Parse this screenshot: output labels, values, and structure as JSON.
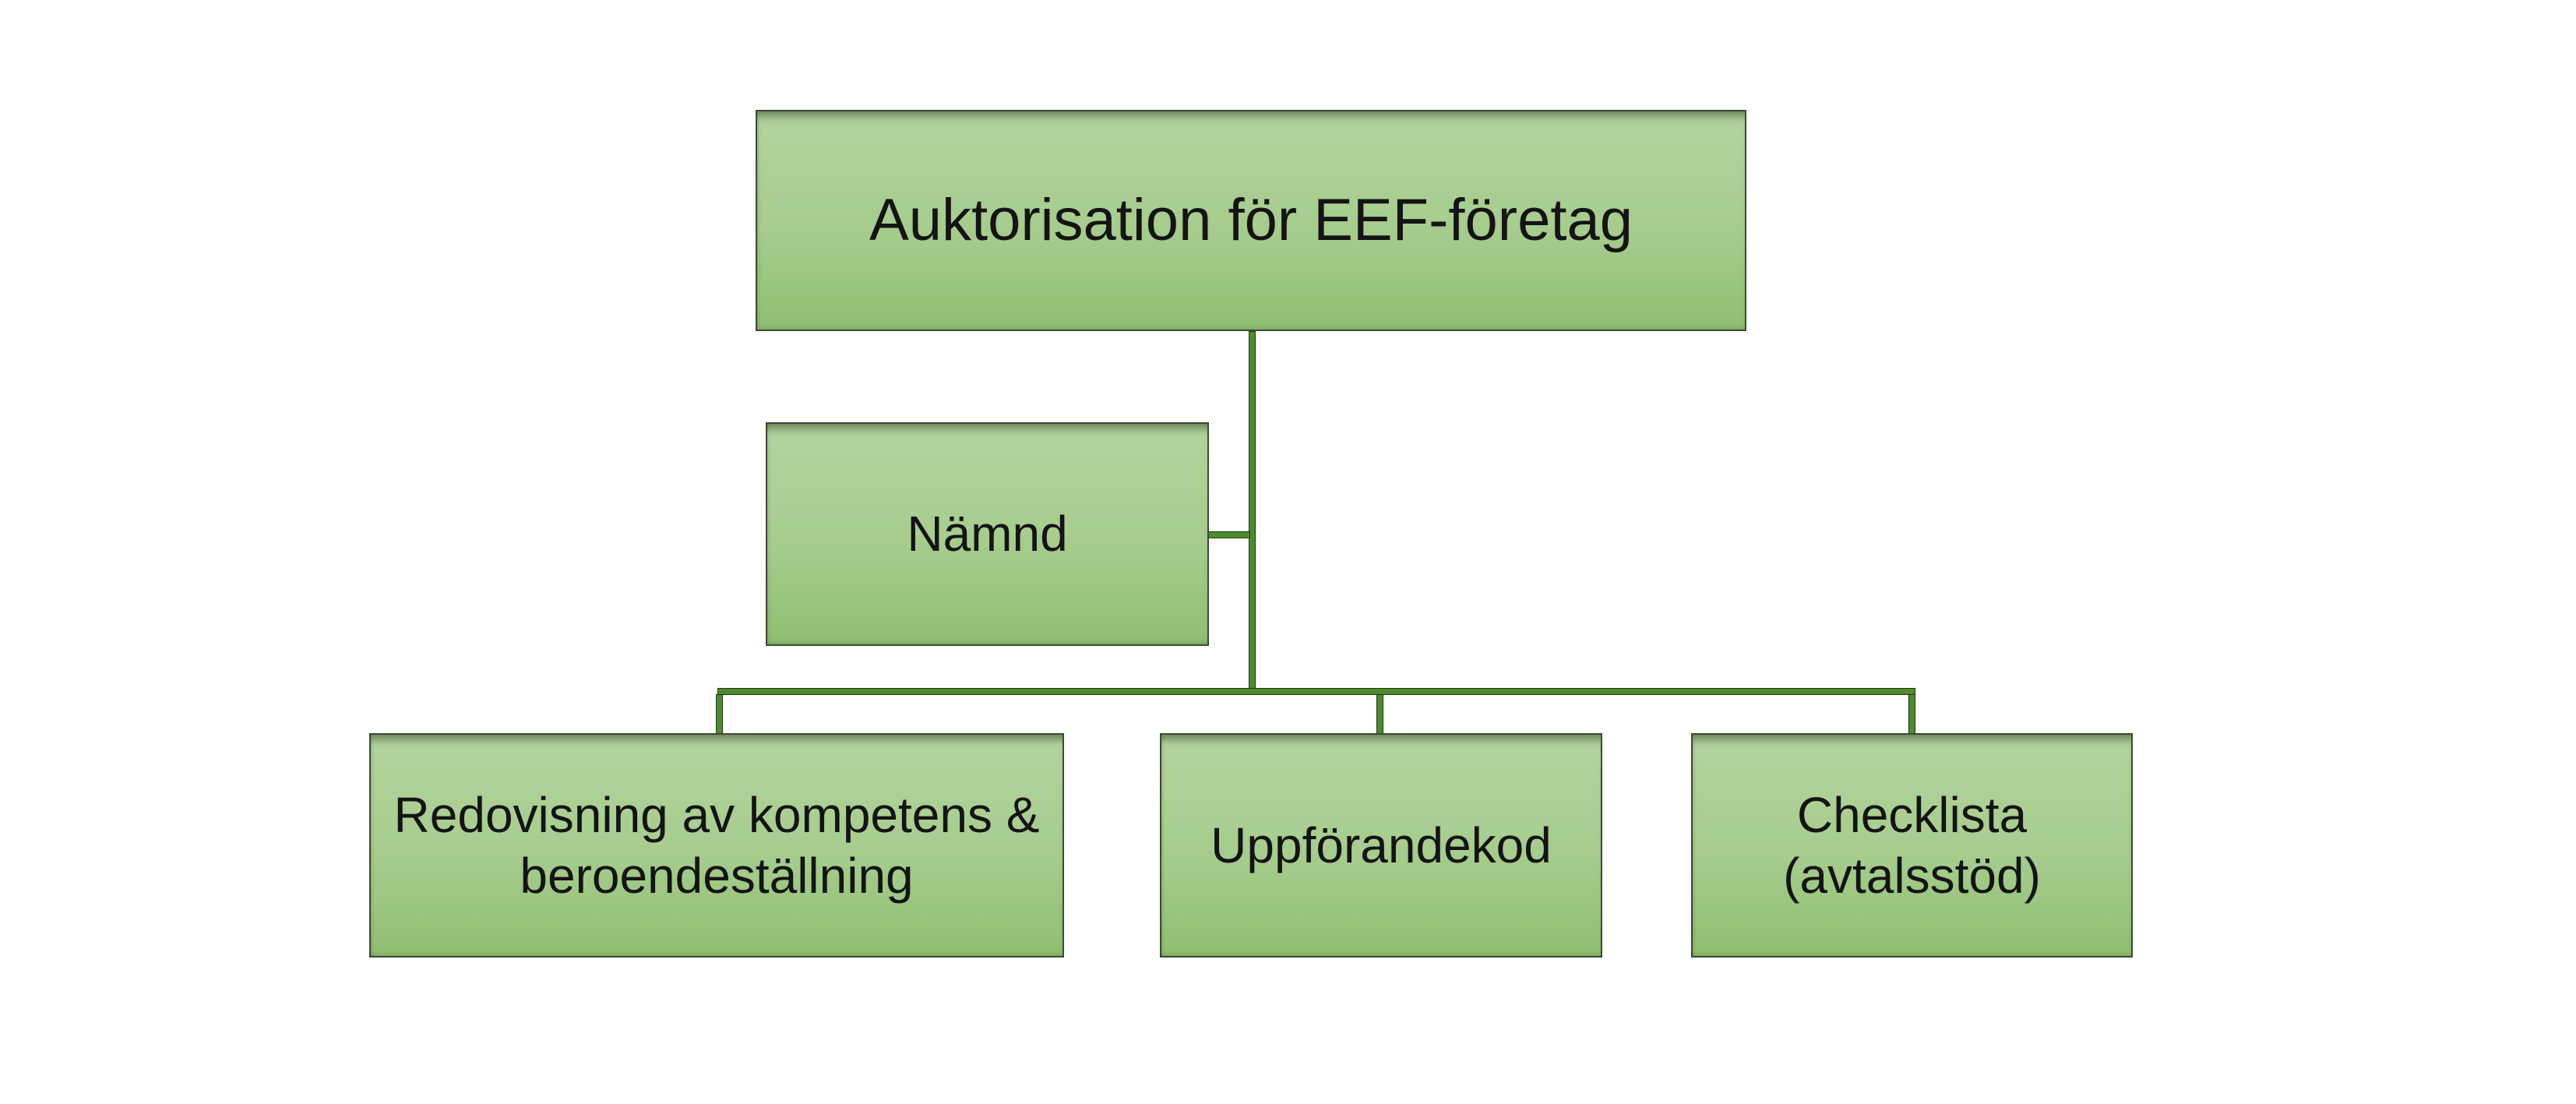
{
  "colors": {
    "background": "#ffffff",
    "fill_top": "#b3d49e",
    "fill_mid": "#a6cc8d",
    "fill_bottom": "#8fbf72",
    "box_border": "#3e4a33",
    "connector_fill": "#4e8a30",
    "connector_outline": "#243610",
    "text": "#141414"
  },
  "diagram": {
    "root": {
      "label": "Auktorisation för EEF-företag"
    },
    "side": {
      "label": "Nämnd"
    },
    "children": [
      {
        "label": "Redovisning av kompetens & beroendeställning",
        "lines": [
          "Redovisning av kompetens &",
          "beroendeställning"
        ]
      },
      {
        "label": "Uppförandekod",
        "lines": [
          "Uppförandekod"
        ]
      },
      {
        "label": "Checklista (avtalsstöd)",
        "lines": [
          "Checklista",
          "(avtalsstöd)"
        ]
      }
    ]
  }
}
